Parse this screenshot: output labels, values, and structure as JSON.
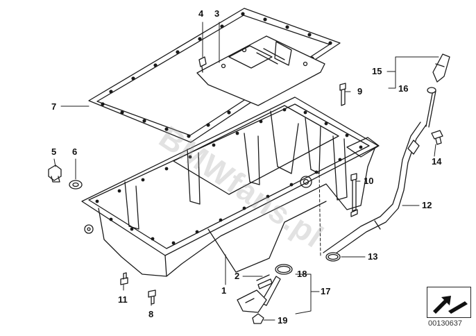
{
  "diagram": {
    "watermark": "BMWfans.pl",
    "doc_id": "00130637",
    "callouts": {
      "c1": "1",
      "c2": "2",
      "c3": "3",
      "c4": "4",
      "c5": "5",
      "c6": "6",
      "c7": "7",
      "c8": "8",
      "c9": "9",
      "c10": "10",
      "c11": "11",
      "c12": "12",
      "c13": "13",
      "c14": "14",
      "c15": "15",
      "c16": "16",
      "c17": "17",
      "c18": "18",
      "c19": "19"
    },
    "colors": {
      "line": "#1a1a1a",
      "fill": "#ffffff",
      "watermark": "#969696"
    },
    "icons": {
      "nav": "arrow-icon"
    }
  }
}
